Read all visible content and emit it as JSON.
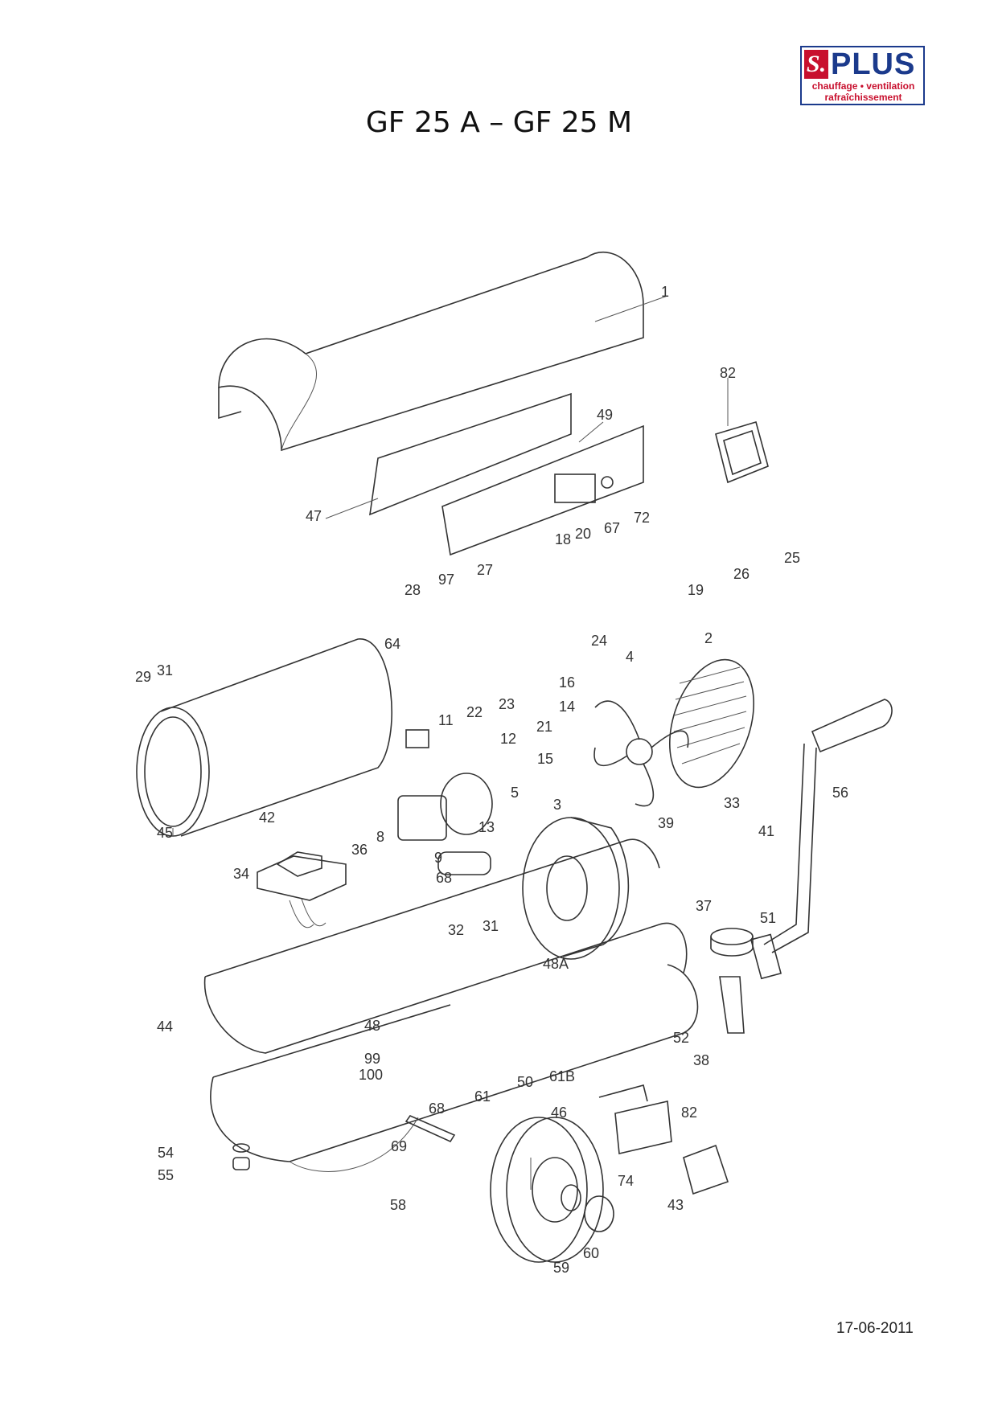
{
  "logo": {
    "mark": "S.",
    "brand": "PLUS",
    "tagline_1": "chauffage • ventilation",
    "tagline_2": "rafraîchissement",
    "colors": {
      "blue": "#1b3a8c",
      "red": "#c8102e"
    }
  },
  "title": "GF 25 A – GF 25 M",
  "date": "17-06-2011",
  "part_labels": [
    "1",
    "82",
    "49",
    "47",
    "18",
    "20",
    "67",
    "72",
    "25",
    "26",
    "19",
    "28",
    "97",
    "27",
    "64",
    "24",
    "2",
    "29",
    "31",
    "22",
    "23",
    "16",
    "4",
    "14",
    "21",
    "11",
    "12",
    "15",
    "45",
    "42",
    "5",
    "33",
    "56",
    "3",
    "39",
    "41",
    "13",
    "8",
    "36",
    "34",
    "9",
    "68",
    "37",
    "51",
    "31",
    "32",
    "48A",
    "44",
    "48",
    "99",
    "100",
    "52",
    "61B",
    "38",
    "50",
    "61",
    "68",
    "46",
    "82",
    "54",
    "69",
    "55",
    "74",
    "43",
    "58",
    "60",
    "59"
  ]
}
